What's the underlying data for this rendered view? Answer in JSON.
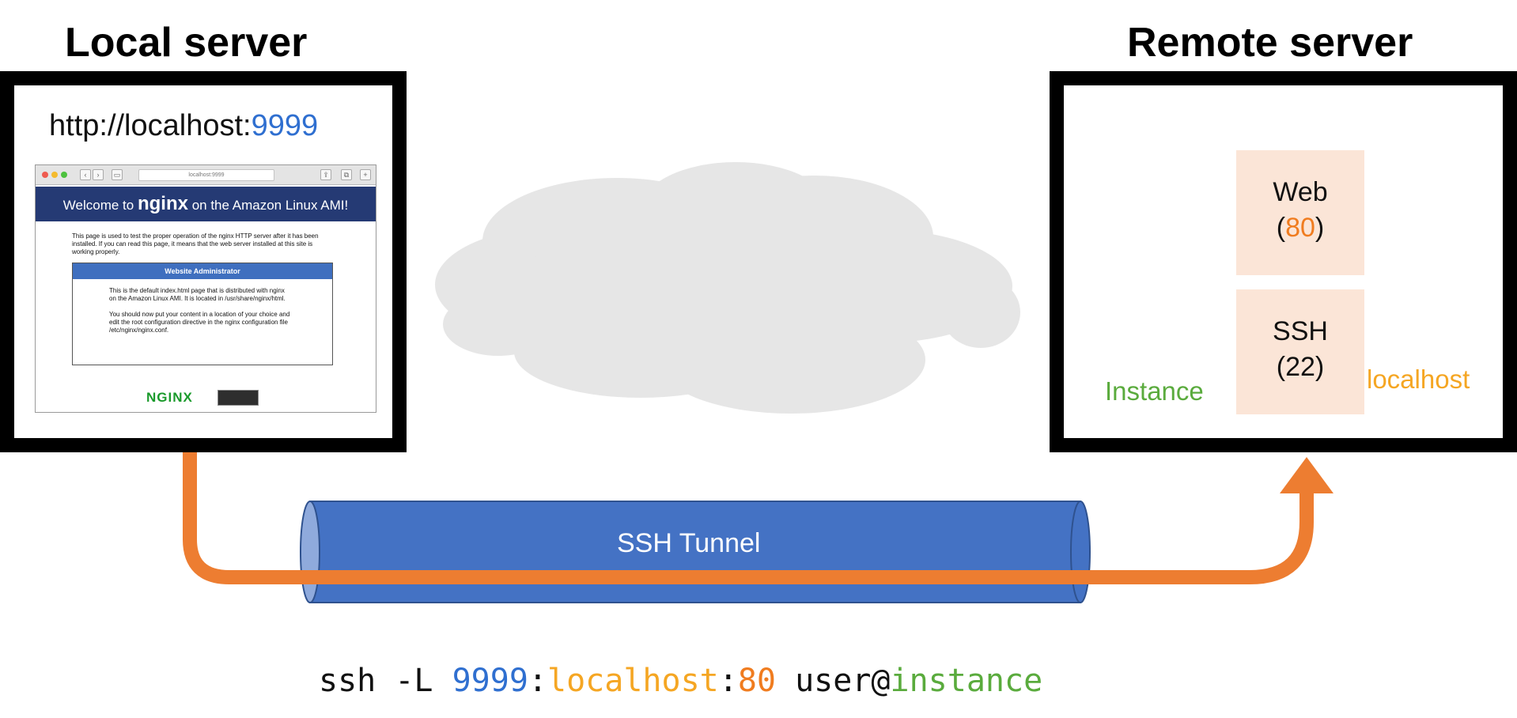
{
  "local": {
    "title": "Local server",
    "url_prefix": "http://localhost:",
    "url_port": "9999",
    "browser": {
      "address": "localhost:9999",
      "heading_prefix": "Welcome to ",
      "heading_brand": "nginx",
      "heading_suffix": " on the Amazon Linux AMI!",
      "intro": "This page is used to test the proper operation of the nginx HTTP server after it has been installed. If you can read this page, it means that the web server installed at this site is working properly.",
      "admin_title": "Website Administrator",
      "admin_text_1": "This is the default index.html page that is distributed with nginx on the Amazon Linux AMI. It is located in /usr/share/nginx/html.",
      "admin_text_2": "You should now put your content in a location of your choice and edit the root configuration directive in the nginx configuration file /etc/nginx/nginx.conf.",
      "footer_logo": "NGINX"
    }
  },
  "remote": {
    "title": "Remote server",
    "instance_label": "Instance",
    "web_name": "Web",
    "web_port_open": "(",
    "web_port": "80",
    "web_port_close": ")",
    "ssh_name": "SSH",
    "ssh_port": "(22)",
    "localhost_label": "localhost"
  },
  "tunnel": {
    "label": "SSH Tunnel"
  },
  "command": {
    "prefix": "ssh -L ",
    "local_port": "9999",
    "sep1": ":",
    "host": "localhost",
    "sep2": ":",
    "remote_port": "80",
    "user_part": " user@",
    "target": "instance"
  },
  "colors": {
    "arrow": "#ED7D31",
    "tunnel": "#4472C4",
    "cloud": "#E6E6E6",
    "chip": "#F7931E",
    "port_blue": "#2F6FD0",
    "label_yellow": "#F5A623",
    "label_green": "#5AAB3D"
  }
}
